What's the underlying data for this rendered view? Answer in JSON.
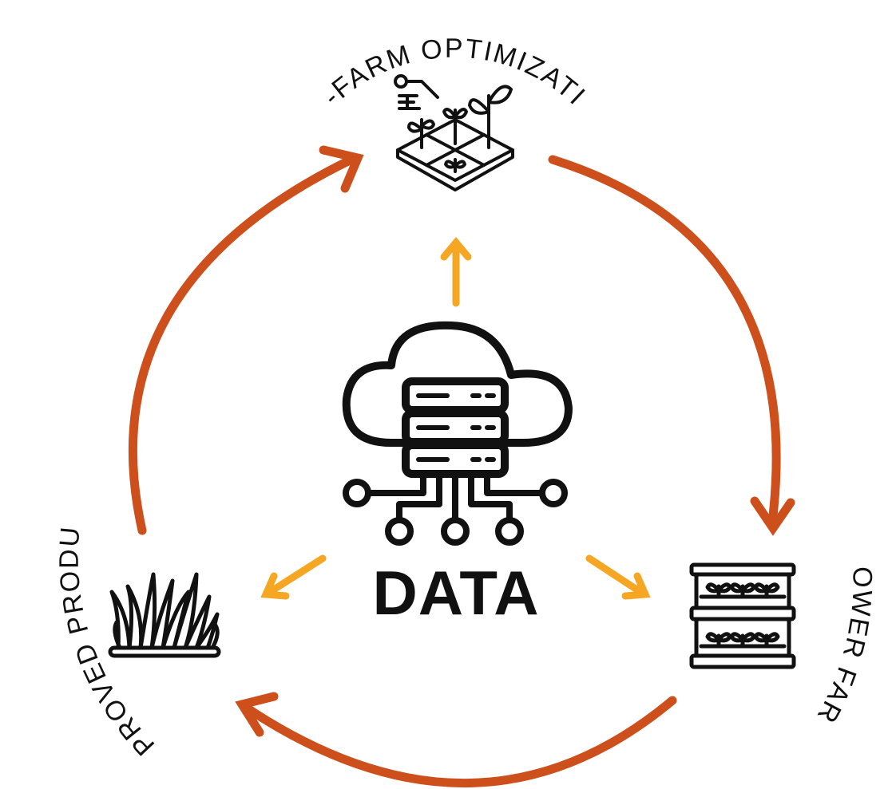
{
  "labels": {
    "top": "ON-FARM OPTIMIZATION",
    "right": "TOWER FARM",
    "left": "IMPROVED PRODUCT",
    "center": "DATA"
  },
  "colors": {
    "cycle_arrow": "#cc4f1c",
    "data_arrow": "#f5a623",
    "ink": "#111111"
  },
  "icons": {
    "center": "cloud-server-network-icon",
    "top": "smart-field-plants-icon",
    "right": "vertical-tower-farm-icon",
    "left": "grass-icon"
  }
}
